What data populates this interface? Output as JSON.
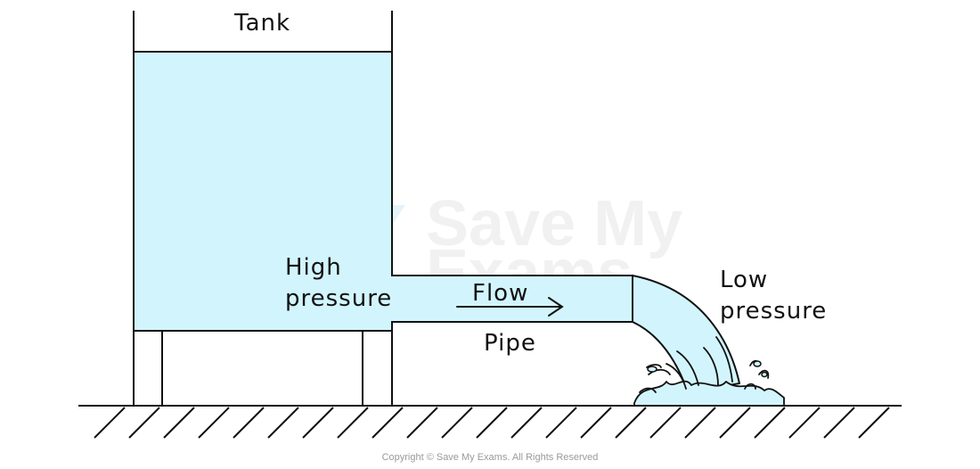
{
  "labels": {
    "tank": "Tank",
    "high_pressure_line1": "High",
    "high_pressure_line2": "pressure",
    "flow": "Flow",
    "pipe": "Pipe",
    "low_pressure_line1": "Low",
    "low_pressure_line2": "pressure"
  },
  "watermark": {
    "line1": "Save My",
    "line2": "Exams"
  },
  "copyright": "Copyright © Save My Exams. All Rights Reserved",
  "colors": {
    "water": "#d2f5fd",
    "outline": "#111111",
    "copyright": "#9a9a9a"
  }
}
